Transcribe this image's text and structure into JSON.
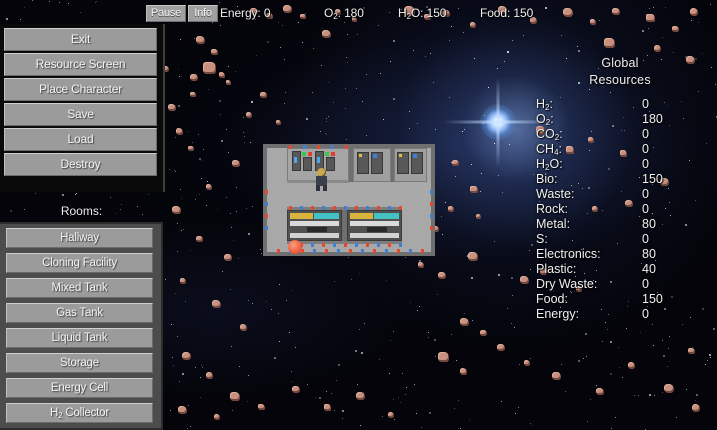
{
  "hud": {
    "pause_label": "Pause",
    "info_label": "Info",
    "energy_label": "Energy:",
    "energy_value": "0",
    "o2_label": "O",
    "o2_sub": "2",
    "o2_value": "180",
    "h2o_label": "H",
    "h2o_sub": "2",
    "h2o_label2": "O",
    "h2o_value": "150",
    "food_label": "Food:",
    "food_value": "150"
  },
  "sidebar": {
    "main_buttons": [
      {
        "label": "Exit",
        "name": "exit"
      },
      {
        "label": "Resource Screen",
        "name": "resource-screen"
      },
      {
        "label": "Place Character",
        "name": "place-character"
      },
      {
        "label": "Save",
        "name": "save"
      },
      {
        "label": "Load",
        "name": "load"
      },
      {
        "label": "Destroy",
        "name": "destroy"
      }
    ],
    "rooms_label": "Rooms:",
    "rooms": [
      {
        "label": "Hallway",
        "sub": ""
      },
      {
        "label": "Cloning Facility",
        "sub": ""
      },
      {
        "label": "Mixed Tank",
        "sub": ""
      },
      {
        "label": "Gas Tank",
        "sub": ""
      },
      {
        "label": "Liquid Tank",
        "sub": ""
      },
      {
        "label": "Storage",
        "sub": ""
      },
      {
        "label": "Energy Cell",
        "sub": ""
      },
      {
        "label": "H",
        "sub": "2",
        "label2": " Collector"
      },
      {
        "label": "",
        "sub": "",
        "label2": ""
      }
    ]
  },
  "resources": {
    "title_line1": "Global",
    "title_line2": "Resources",
    "items": [
      {
        "name": "H",
        "sub": "2",
        "suffix": ":",
        "value": "0"
      },
      {
        "name": "O",
        "sub": "2",
        "suffix": ":",
        "value": "180"
      },
      {
        "name": "CO",
        "sub": "2",
        "suffix": ":",
        "value": "0"
      },
      {
        "name": "CH",
        "sub": "4",
        "suffix": ":",
        "value": "0"
      },
      {
        "name": "H",
        "sub": "2",
        "suffix": "O:",
        "value": "0"
      },
      {
        "name": "Bio",
        "sub": "",
        "suffix": ":",
        "value": "150"
      },
      {
        "name": "Waste",
        "sub": "",
        "suffix": ":",
        "value": "0"
      },
      {
        "name": "Rock",
        "sub": "",
        "suffix": ":",
        "value": "0"
      },
      {
        "name": "Metal",
        "sub": "",
        "suffix": ":",
        "value": "80"
      },
      {
        "name": "S",
        "sub": "",
        "suffix": ":",
        "value": "0"
      },
      {
        "name": "Electronics",
        "sub": "",
        "suffix": ":",
        "value": "80"
      },
      {
        "name": "Plastic",
        "sub": "",
        "suffix": ":",
        "value": "40"
      },
      {
        "name": "Dry Waste",
        "sub": "",
        "suffix": ":",
        "value": "0"
      },
      {
        "name": "Food",
        "sub": "",
        "suffix": ":",
        "value": "150"
      },
      {
        "name": "Energy",
        "sub": "",
        "suffix": ":",
        "value": "0"
      }
    ]
  },
  "colors": {
    "button_face": "#9b9b9b",
    "hull": "#a8a8a8",
    "hull_border": "#6f6f6f",
    "asteroid": "#c8907e",
    "text": "#f0f0f0",
    "marker": "#fb6a44"
  }
}
